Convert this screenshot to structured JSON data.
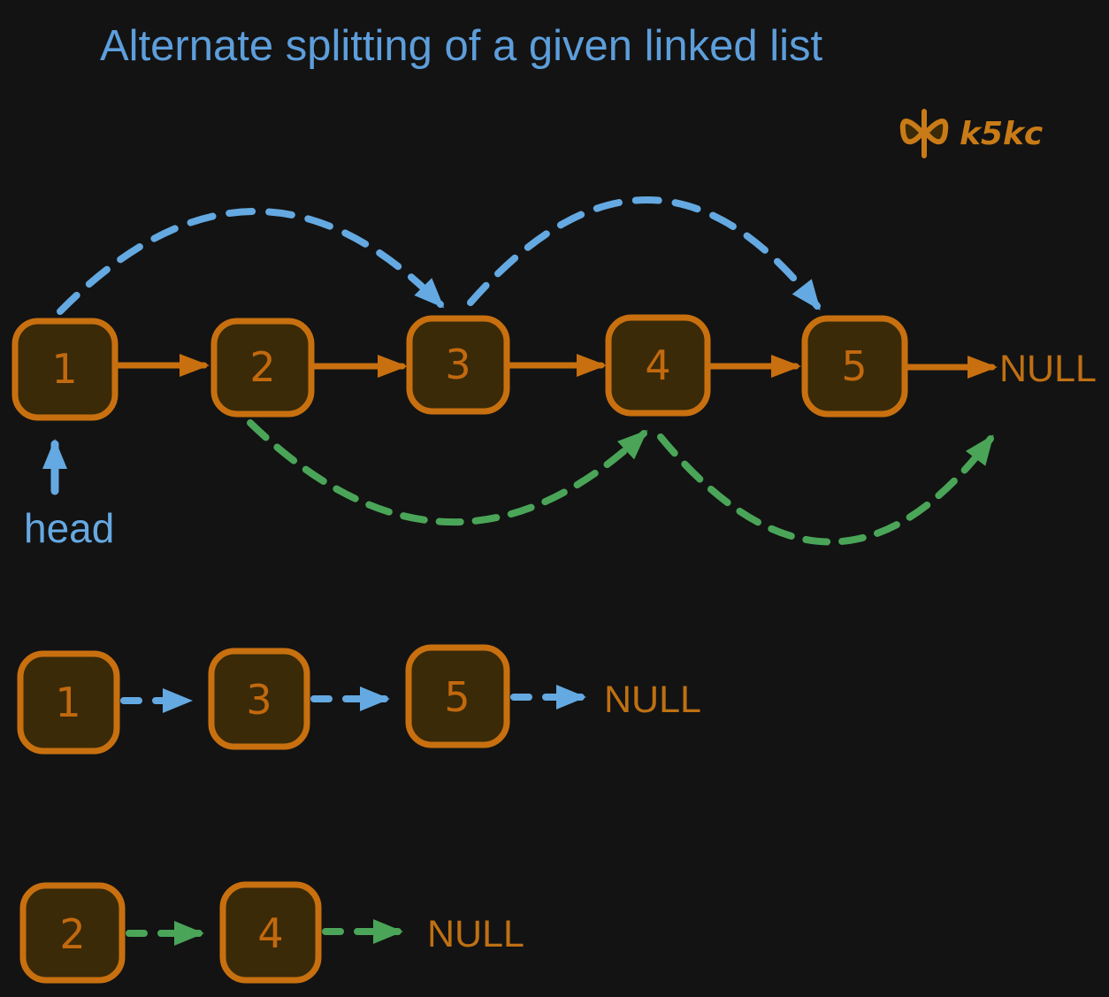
{
  "title": "Alternate splitting of a given linked list",
  "logo": {
    "icon": "bowtie-infinity-icon",
    "text": "k5kc"
  },
  "labels": {
    "head": "head"
  },
  "colors": {
    "background": "#131313",
    "title_blue": "#5d9edb",
    "link_blue": "#64a9e1",
    "link_green": "#4aa558",
    "node_stroke_orange": "#c8700f",
    "node_fill_brown": "#3a2a08",
    "text_orange": "#bf7013"
  },
  "diagram": {
    "original_list": {
      "nodes": [
        "1",
        "2",
        "3",
        "4",
        "5"
      ],
      "terminator": "NULL",
      "head_pointer": "head",
      "alt_links_blue": [
        "1→3",
        "3→5"
      ],
      "alt_links_green": [
        "2→4",
        "4→out"
      ]
    },
    "odd_list": {
      "nodes": [
        "1",
        "3",
        "5"
      ],
      "terminator": "NULL"
    },
    "even_list": {
      "nodes": [
        "2",
        "4"
      ],
      "terminator": "NULL"
    }
  }
}
